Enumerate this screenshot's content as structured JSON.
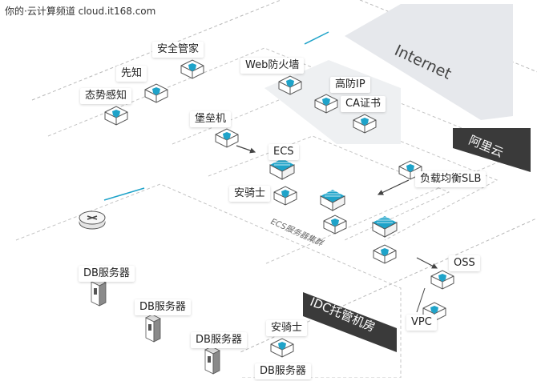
{
  "watermark": "你的·云计算频道 cloud.it168.com",
  "zones": {
    "internet": "Internet",
    "aliyun": "阿里云",
    "idc": "IDC托管机房",
    "ecs_cluster": "ECS服务器集群"
  },
  "nodes": {
    "security_manager": "安全管家",
    "xianzhi": "先知",
    "situation_awareness": "态势感知",
    "waf": "Web防火墙",
    "anti_ddos_ip": "高防IP",
    "ca_cert": "CA证书",
    "bastion": "堡垒机",
    "ecs": "ECS",
    "anqishi_cloud": "安骑士",
    "slb": "负载均衡SLB",
    "oss": "OSS",
    "vpc": "VPC",
    "db_server_1": "DB服务器",
    "db_server_2": "DB服务器",
    "db_server_3": "DB服务器",
    "anqishi_idc": "安骑士",
    "db_server_4": "DB服务器"
  },
  "colors": {
    "accent": "#1fa3c9",
    "dark_band": "#3a3a3a",
    "cube_top": "#1fa3c9",
    "line": "#444444"
  },
  "icons": [
    "shield-icon",
    "server-cube-icon",
    "router-icon",
    "db-server-icon"
  ]
}
